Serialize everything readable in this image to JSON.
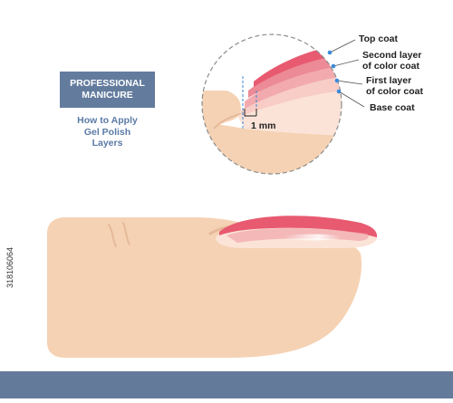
{
  "title": {
    "line1": "PROFESSIONAL",
    "line2": "MANICURE"
  },
  "subtitle": {
    "line1": "How to Apply",
    "line2": "Gel Polish",
    "line3": "Layers"
  },
  "layers": [
    {
      "lines": [
        "Top coat"
      ],
      "color": "#e85a70"
    },
    {
      "lines": [
        "Second layer",
        "of color coat"
      ],
      "color": "#ec8a95"
    },
    {
      "lines": [
        "First layer",
        "of color coat"
      ],
      "color": "#f2aaae"
    },
    {
      "lines": [
        "Base coat"
      ],
      "color": "#f7cdc6"
    }
  ],
  "measurement": {
    "label": "1 mm"
  },
  "colors": {
    "skin": "#f5d2b4",
    "skin_shadow": "#e6b99a",
    "nail_bed": "#fbe3d7",
    "accent_dot": "#3a8ad9",
    "badge": "#637c9e",
    "subtitle": "#5b7aa6",
    "bottom_bar": "#647a9a"
  },
  "stock_id": "318106064"
}
